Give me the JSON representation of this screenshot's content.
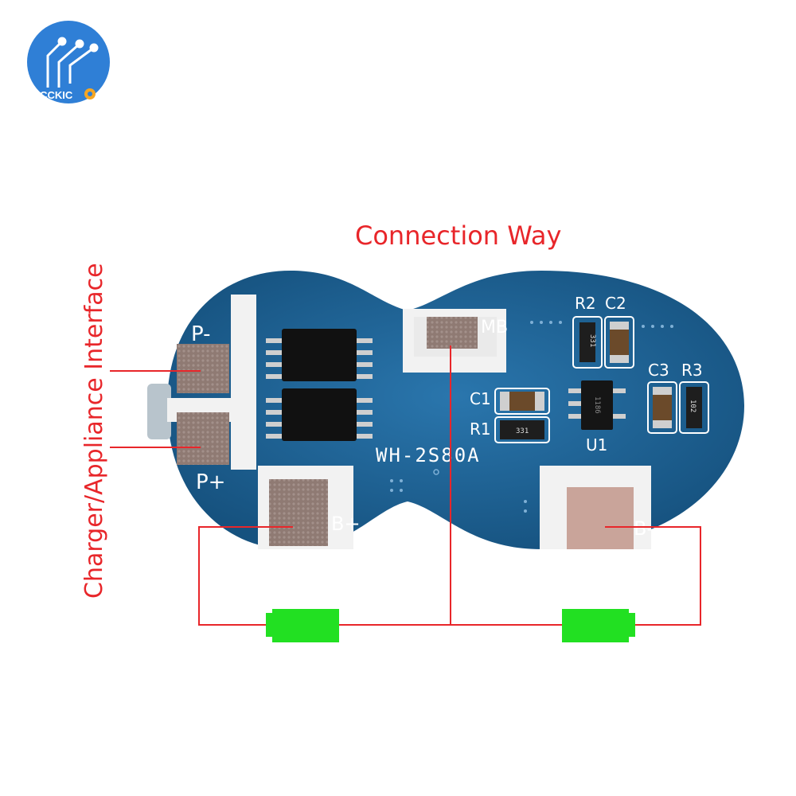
{
  "brand": {
    "name": "OCCKIC"
  },
  "title": "Connection Way",
  "side_label": "Charger/Appliance Interface",
  "board": {
    "model": "WH-2S80A",
    "pads": {
      "p_minus": "P-",
      "p_plus": "P+",
      "b_plus": "B+",
      "b_minus": "B-",
      "mb": "MB"
    },
    "components": {
      "r2": "R2",
      "c2": "C2",
      "c1": "C1",
      "r1": "R1",
      "c3": "C3",
      "r3": "R3",
      "u1": "U1"
    },
    "markings": {
      "r2_code": "331",
      "r1_code": "331",
      "r3_code": "102",
      "u1_code": "1186"
    }
  },
  "colors": {
    "label_red": "#e8262a",
    "pcb_blue": "#1a5d92",
    "battery_green": "#22e022",
    "logo_blue": "#2f7fd6"
  }
}
